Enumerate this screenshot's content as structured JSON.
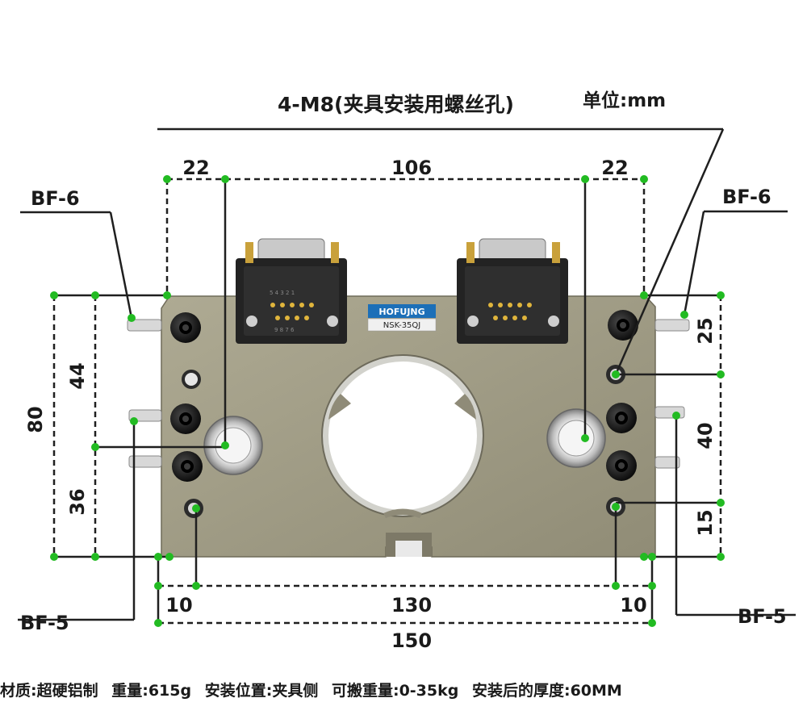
{
  "title": "4-M8(夹具安装用螺丝孔)",
  "unit": "单位:mm",
  "brand": "HOFUJNG",
  "model": "NSK-35QJ",
  "connector_pins_top": "5 4 3 2 1",
  "connector_pins_bottom": "9 8 7 6",
  "labels": {
    "bf6_left": "BF-6",
    "bf6_right": "BF-6",
    "bf5_left": "BF-5",
    "bf5_right": "BF-5"
  },
  "dimensions": {
    "top_left": "22",
    "top_center": "106",
    "top_right": "22",
    "left_outer": "80",
    "left_upper": "44",
    "left_lower": "36",
    "right_top": "25",
    "right_mid": "40",
    "right_bottom": "15",
    "bottom_left": "10",
    "bottom_center": "130",
    "bottom_right": "10",
    "bottom_total": "150"
  },
  "footer": [
    "材质:超硬铝制",
    "重量:615g",
    "安装位置:夹具侧",
    "可搬重量:0-35kg",
    "安装后的厚度:60MM"
  ],
  "colors": {
    "plate": "#a19d86",
    "dimension_dot": "#22bb22",
    "fitting": "#1a1a1a",
    "brand_badge": "#1c6fb8"
  }
}
